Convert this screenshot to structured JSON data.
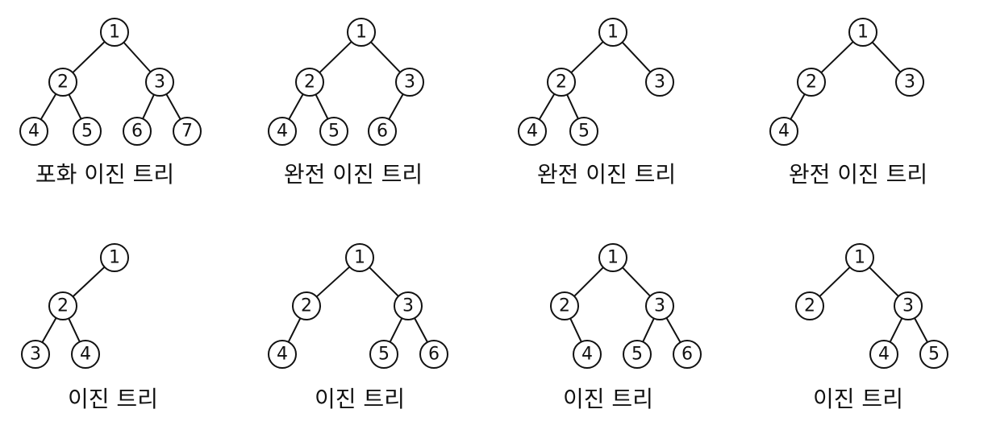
{
  "colors": {
    "ink": "#111111",
    "background": "#ffffff"
  },
  "trees": [
    {
      "caption": "포화 이진 트리",
      "nodes": [
        "1",
        "2",
        "3",
        "4",
        "5",
        "6",
        "7"
      ],
      "edges": [
        [
          "1",
          "2"
        ],
        [
          "1",
          "3"
        ],
        [
          "2",
          "4"
        ],
        [
          "2",
          "5"
        ],
        [
          "3",
          "6"
        ],
        [
          "3",
          "7"
        ]
      ]
    },
    {
      "caption": "완전 이진 트리",
      "nodes": [
        "1",
        "2",
        "3",
        "4",
        "5",
        "6"
      ],
      "edges": [
        [
          "1",
          "2"
        ],
        [
          "1",
          "3"
        ],
        [
          "2",
          "4"
        ],
        [
          "2",
          "5"
        ],
        [
          "3",
          "6"
        ]
      ]
    },
    {
      "caption": "완전 이진 트리",
      "nodes": [
        "1",
        "2",
        "3",
        "4",
        "5"
      ],
      "edges": [
        [
          "1",
          "2"
        ],
        [
          "1",
          "3"
        ],
        [
          "2",
          "4"
        ],
        [
          "2",
          "5"
        ]
      ]
    },
    {
      "caption": "완전 이진 트리",
      "nodes": [
        "1",
        "2",
        "3",
        "4"
      ],
      "edges": [
        [
          "1",
          "2"
        ],
        [
          "1",
          "3"
        ],
        [
          "2",
          "4"
        ]
      ]
    },
    {
      "caption": "이진 트리",
      "nodes": [
        "1",
        "2",
        "3",
        "4"
      ],
      "edges": [
        [
          "1",
          "2"
        ],
        [
          "2",
          "3"
        ],
        [
          "2",
          "4"
        ]
      ]
    },
    {
      "caption": "이진 트리",
      "nodes": [
        "1",
        "2",
        "3",
        "4",
        "5",
        "6"
      ],
      "edges": [
        [
          "1",
          "2"
        ],
        [
          "1",
          "3"
        ],
        [
          "2",
          "4"
        ],
        [
          "3",
          "5"
        ],
        [
          "3",
          "6"
        ]
      ]
    },
    {
      "caption": "이진 트리",
      "nodes": [
        "1",
        "2",
        "3",
        "4",
        "5",
        "6"
      ],
      "edges": [
        [
          "1",
          "2"
        ],
        [
          "1",
          "3"
        ],
        [
          "2",
          "4"
        ],
        [
          "3",
          "5"
        ],
        [
          "3",
          "6"
        ]
      ]
    },
    {
      "caption": "이진 트리",
      "nodes": [
        "1",
        "2",
        "3",
        "4",
        "5"
      ],
      "edges": [
        [
          "1",
          "2"
        ],
        [
          "1",
          "3"
        ],
        [
          "3",
          "4"
        ],
        [
          "3",
          "5"
        ]
      ]
    }
  ]
}
